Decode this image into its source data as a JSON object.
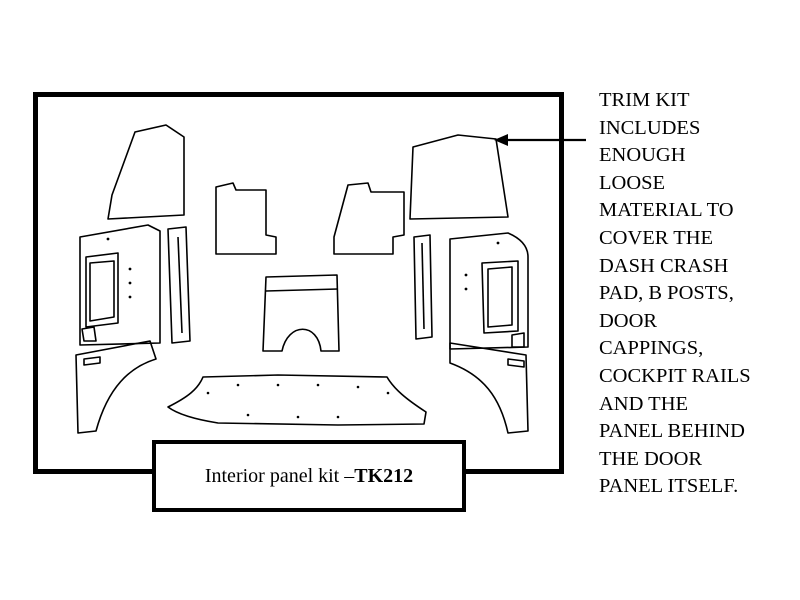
{
  "caption": {
    "label": "Interior panel kit – ",
    "part_number": "TK212"
  },
  "note": {
    "lines": [
      "TRIM KIT",
      "INCLUDES",
      "ENOUGH",
      "LOOSE",
      "MATERIAL TO",
      "COVER THE",
      "DASH CRASH",
      "PAD, B POSTS,",
      "DOOR",
      "CAPPINGS,",
      "COCKPIT RAILS",
      "AND THE",
      "PANEL BEHIND",
      "THE DOOR",
      "PANEL ITSELF."
    ]
  }
}
